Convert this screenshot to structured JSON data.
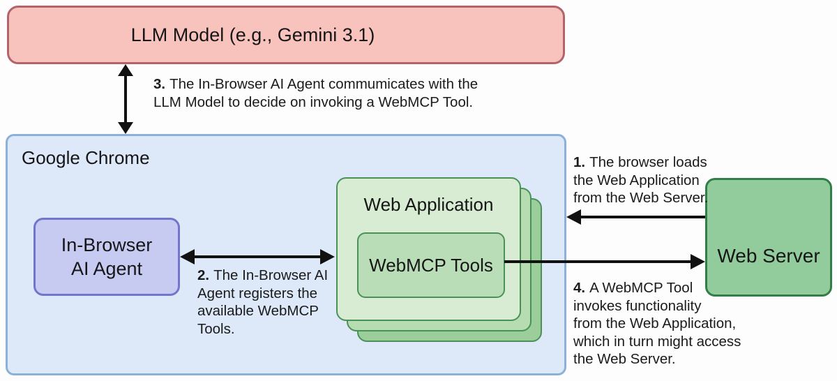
{
  "diagram_title": "WebMCP architecture diagram",
  "nodes": {
    "llm": {
      "label": "LLM Model (e.g., Gemini 3.1)"
    },
    "chrome": {
      "label": "Google Chrome"
    },
    "agent": {
      "label": "In-Browser\nAI Agent"
    },
    "web_app": {
      "label": "Web Application"
    },
    "webmcp_tools": {
      "label": "WebMCP Tools"
    },
    "web_server": {
      "label": "Web Server"
    }
  },
  "annotations": {
    "step1": {
      "num": "1.",
      "text": "The browser loads\nthe Web Application\nfrom the Web Server."
    },
    "step2": {
      "num": "2.",
      "text": "The In-Browser AI\nAgent registers the\navailable WebMCP\nTools."
    },
    "step3": {
      "num": "3.",
      "text": "The In-Browser AI Agent commumicates with the\nLLM Model to decide on invoking a WebMCP Tool."
    },
    "step4": {
      "num": "4.",
      "text": "A WebMCP Tool\ninvokes functionality\nfrom the Web Application,\nwhich in turn might access\nthe Web Server."
    }
  },
  "colors": {
    "llm-fill": "#f8c3bd",
    "llm-border": "#b2636b",
    "chrome-fill": "#dde8f8",
    "chrome-border": "#8cb1d9",
    "agent-fill": "#c7cbf2",
    "agent-border": "#7176cb",
    "app-front": "#d8ecd4",
    "app-mid": "#b6dcb1",
    "app-back": "#9bce9b",
    "app-border": "#4a9158",
    "tools-fill": "#b9ddb6",
    "server-fill": "#92cb9c",
    "server-border": "#2f7f46",
    "arrow": "#111111"
  }
}
